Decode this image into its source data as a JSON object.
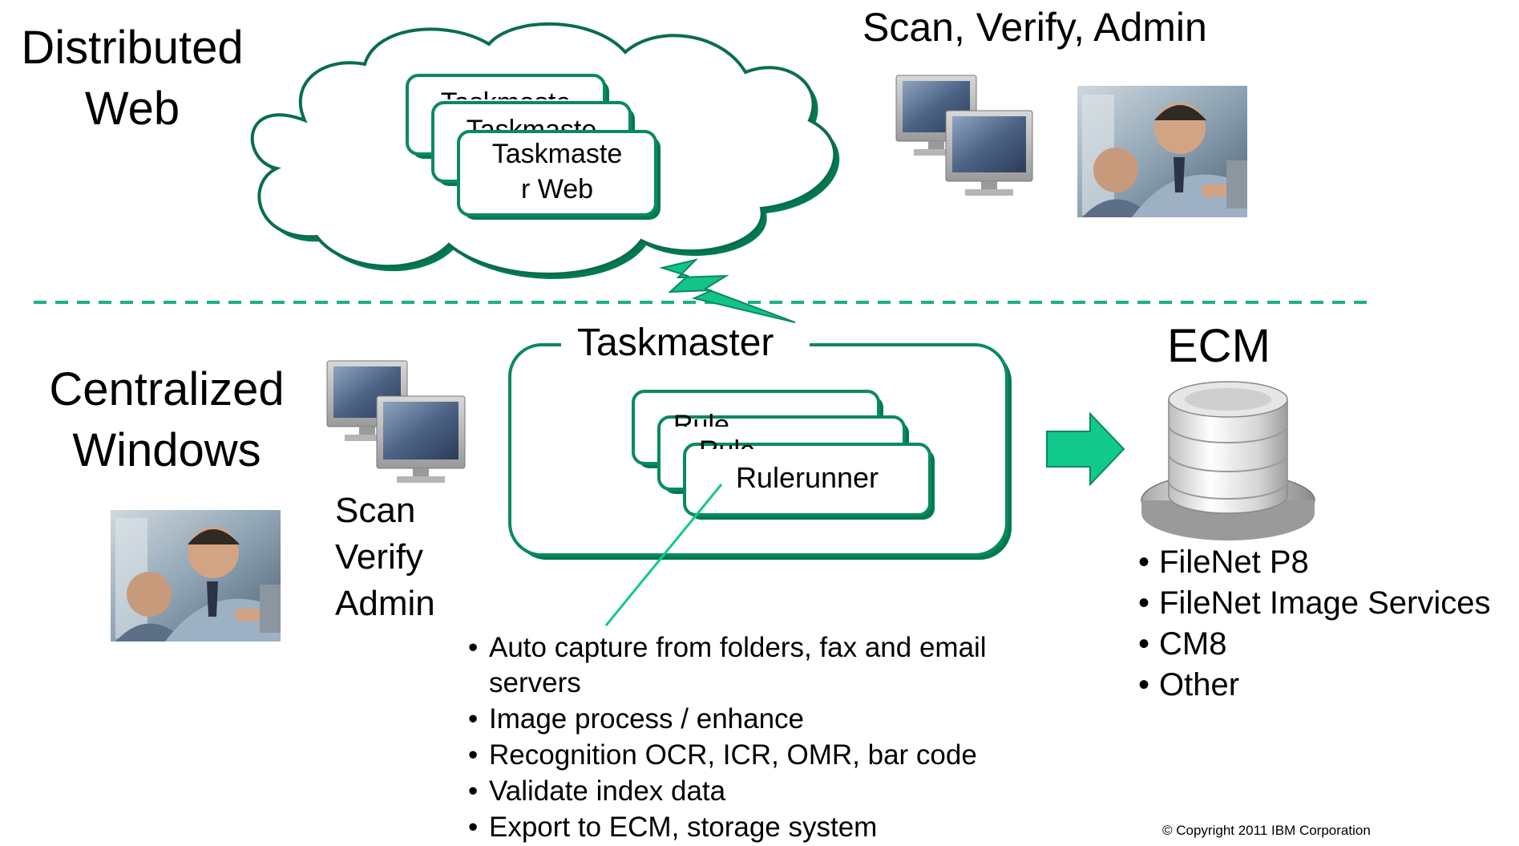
{
  "labels": {
    "distributed_web": [
      "Distributed",
      "Web"
    ],
    "centralized_windows": [
      "Centralized",
      "Windows"
    ],
    "scan_verify_admin_top": "Scan, Verify, Admin",
    "scan_verify_admin_left": [
      "Scan",
      "Verify",
      "Admin"
    ],
    "ecm": "ECM"
  },
  "cloud": {
    "boxes": [
      "Taskmaste",
      "Taskmaste",
      "Taskmaster Web"
    ],
    "front_box_lines": [
      "Taskmaste",
      "r Web"
    ]
  },
  "taskmaster": {
    "title": "Taskmaster",
    "boxes": [
      "Rulerunner",
      "Rulerunner",
      "Rulerunner"
    ],
    "back_box_fragments": [
      "Rule",
      "Rule"
    ]
  },
  "capabilities": [
    "Auto capture from folders, fax and email servers",
    "Image process / enhance",
    "Recognition OCR, ICR, OMR, bar code",
    "Validate index data",
    "Export to ECM, storage system"
  ],
  "ecm_targets": [
    "FileNet P8",
    "FileNet Image Services",
    "CM8",
    "Other"
  ],
  "copyright": "© Copyright 2011 IBM Corporation",
  "colors": {
    "accent_green": "#0a8a5e",
    "shadow_green": "#007a52",
    "arrow_green": "#11c98a",
    "dashed_line": "#1bb08a",
    "lightning": "#12c489"
  }
}
